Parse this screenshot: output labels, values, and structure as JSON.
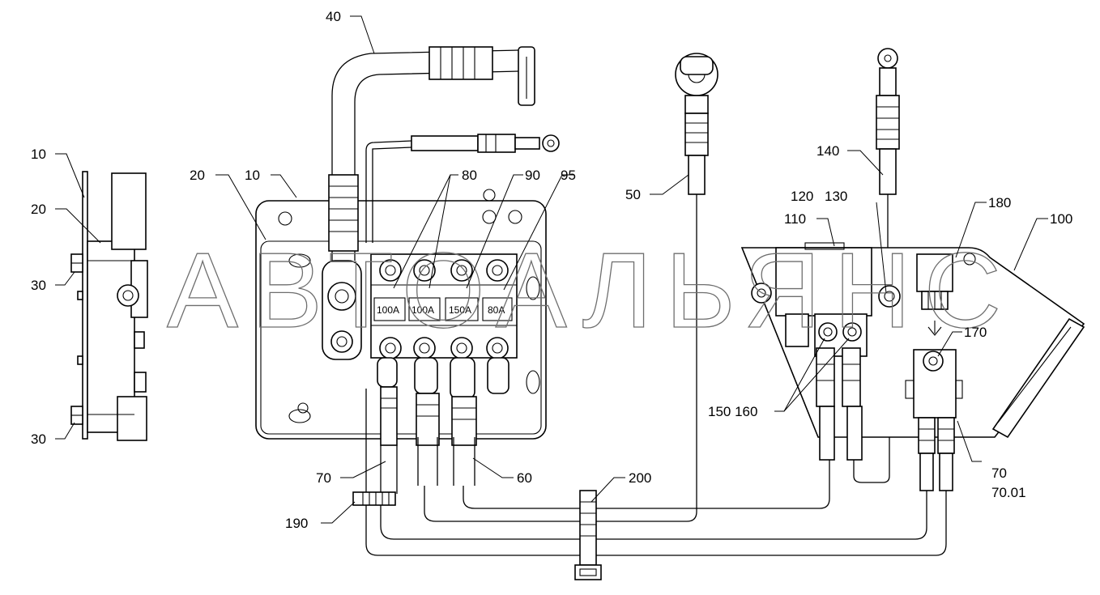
{
  "watermark": "АВТОАЛЬЯНС",
  "callouts": {
    "c10_side": "10",
    "c20_side": "20",
    "c30_top": "30",
    "c30_bottom": "30",
    "c20_front": "20",
    "c10_front": "10",
    "c40": "40",
    "c80": "80",
    "c90": "90",
    "c95": "95",
    "c50": "50",
    "c140": "140",
    "c120": "120",
    "c130": "130",
    "c110": "110",
    "c180": "180",
    "c100": "100",
    "c170": "170",
    "c150_160": "150 160",
    "c70_left": "70",
    "c60": "60",
    "c200": "200",
    "c190": "190",
    "c70_right": "70",
    "c70_01": "70.01"
  },
  "fuse_ratings": [
    "100A",
    "100A",
    "150A",
    "80A"
  ]
}
